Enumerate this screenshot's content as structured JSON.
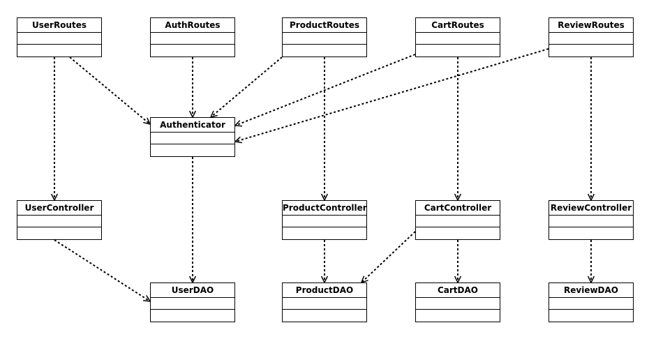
{
  "diagram": {
    "type": "uml-class-dependency",
    "classes": {
      "user_routes": "UserRoutes",
      "auth_routes": "AuthRoutes",
      "product_routes": "ProductRoutes",
      "cart_routes": "CartRoutes",
      "review_routes": "ReviewRoutes",
      "authenticator": "Authenticator",
      "user_controller": "UserController",
      "product_controller": "ProductController",
      "cart_controller": "CartController",
      "review_controller": "ReviewController",
      "user_dao": "UserDAO",
      "product_dao": "ProductDAO",
      "cart_dao": "CartDAO",
      "review_dao": "ReviewDAO"
    },
    "dependencies": [
      {
        "from": "user_routes",
        "to": "authenticator"
      },
      {
        "from": "user_routes",
        "to": "user_controller"
      },
      {
        "from": "auth_routes",
        "to": "authenticator"
      },
      {
        "from": "product_routes",
        "to": "authenticator"
      },
      {
        "from": "product_routes",
        "to": "product_controller"
      },
      {
        "from": "cart_routes",
        "to": "authenticator"
      },
      {
        "from": "cart_routes",
        "to": "cart_controller"
      },
      {
        "from": "review_routes",
        "to": "authenticator"
      },
      {
        "from": "review_routes",
        "to": "review_controller"
      },
      {
        "from": "authenticator",
        "to": "user_dao"
      },
      {
        "from": "user_controller",
        "to": "user_dao"
      },
      {
        "from": "product_controller",
        "to": "product_dao"
      },
      {
        "from": "cart_controller",
        "to": "product_dao"
      },
      {
        "from": "cart_controller",
        "to": "cart_dao"
      },
      {
        "from": "review_controller",
        "to": "review_dao"
      }
    ]
  }
}
